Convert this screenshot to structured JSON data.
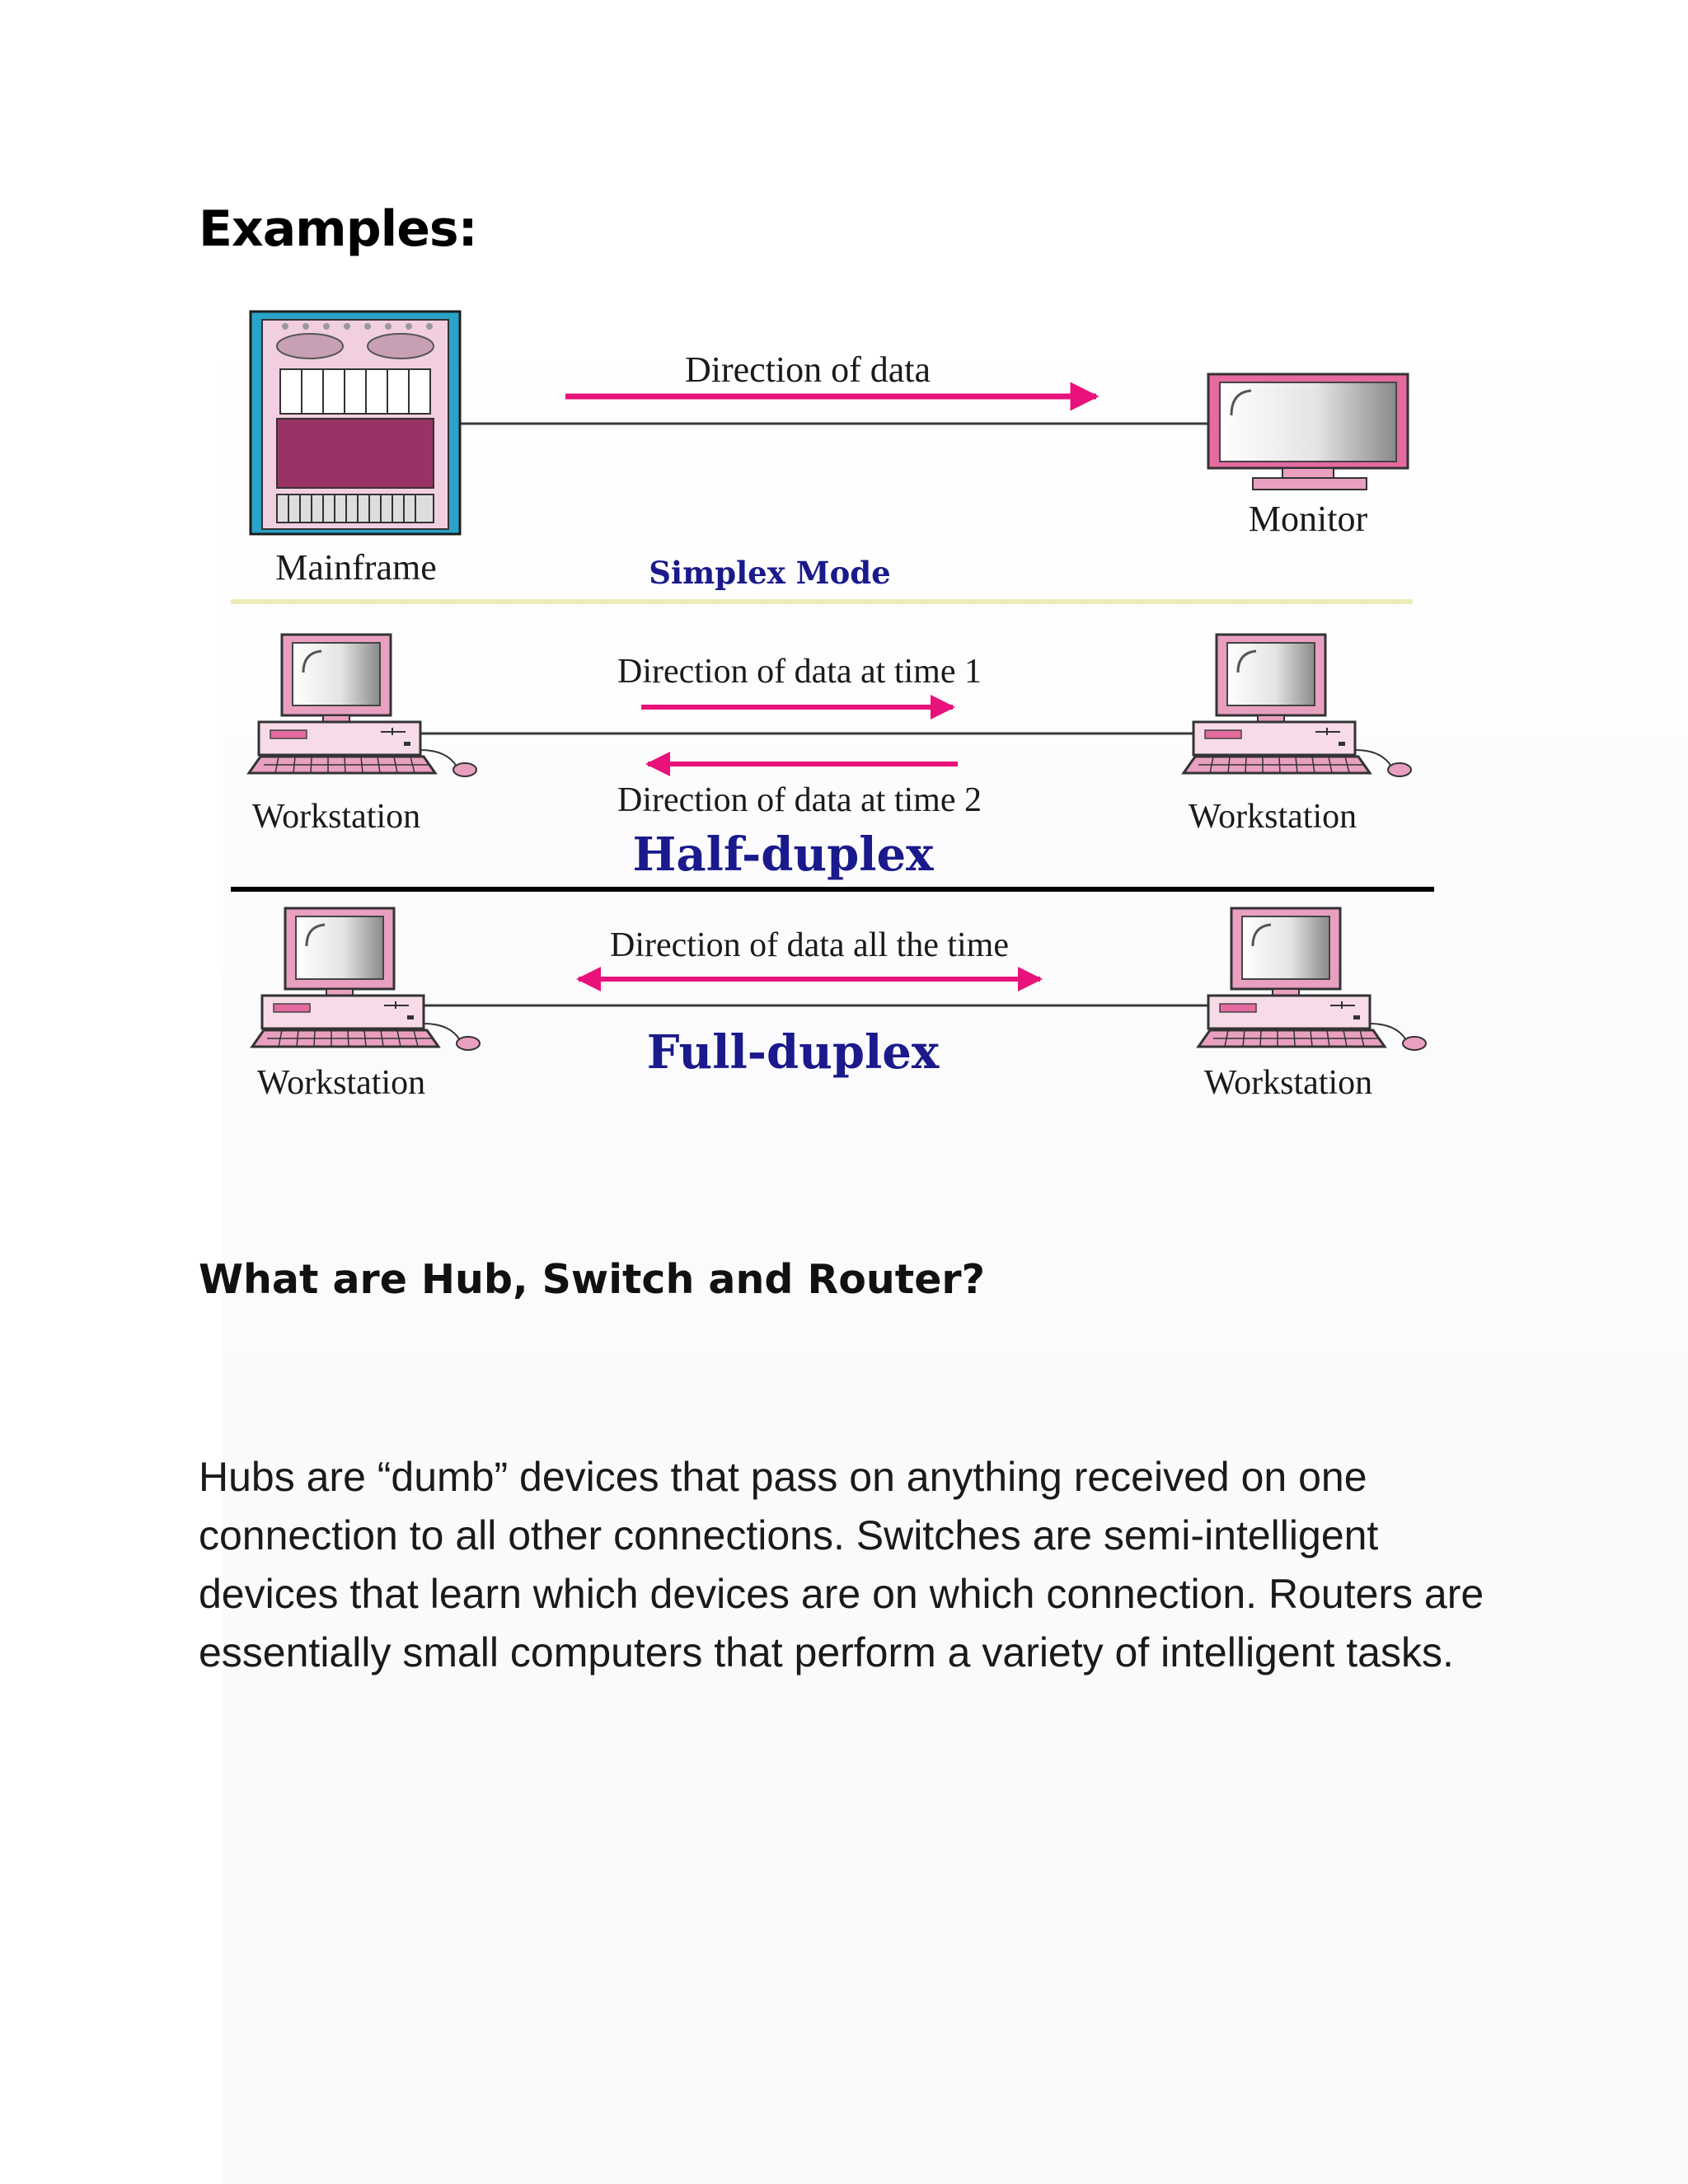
{
  "heading": "Examples:",
  "diagram": {
    "simplex": {
      "direction_label": "Direction of data",
      "left_device": "Mainframe",
      "right_device": "Monitor",
      "mode_title": "Simplex Mode"
    },
    "half_duplex": {
      "direction_label_1": "Direction of data at time 1",
      "direction_label_2": "Direction of data at time 2",
      "left_device": "Workstation",
      "right_device": "Workstation",
      "mode_title": "Half-duplex"
    },
    "full_duplex": {
      "direction_label": "Direction of data all the time",
      "left_device": "Workstation",
      "right_device": "Workstation",
      "mode_title": "Full-duplex"
    },
    "colors": {
      "arrow": "#e8127a",
      "title": "#1a1a8c",
      "device_pink": "#e9a0c0",
      "mainframe_frame": "#2aa3c9"
    }
  },
  "section_heading": "What are Hub, Switch and Router?",
  "paragraph": "Hubs are “dumb” devices that pass on anything received on one connection to all other connections. Switches are semi-intelligent devices that learn which devices are on which connection. Routers are essentially small computers that perform a variety of intelligent tasks."
}
